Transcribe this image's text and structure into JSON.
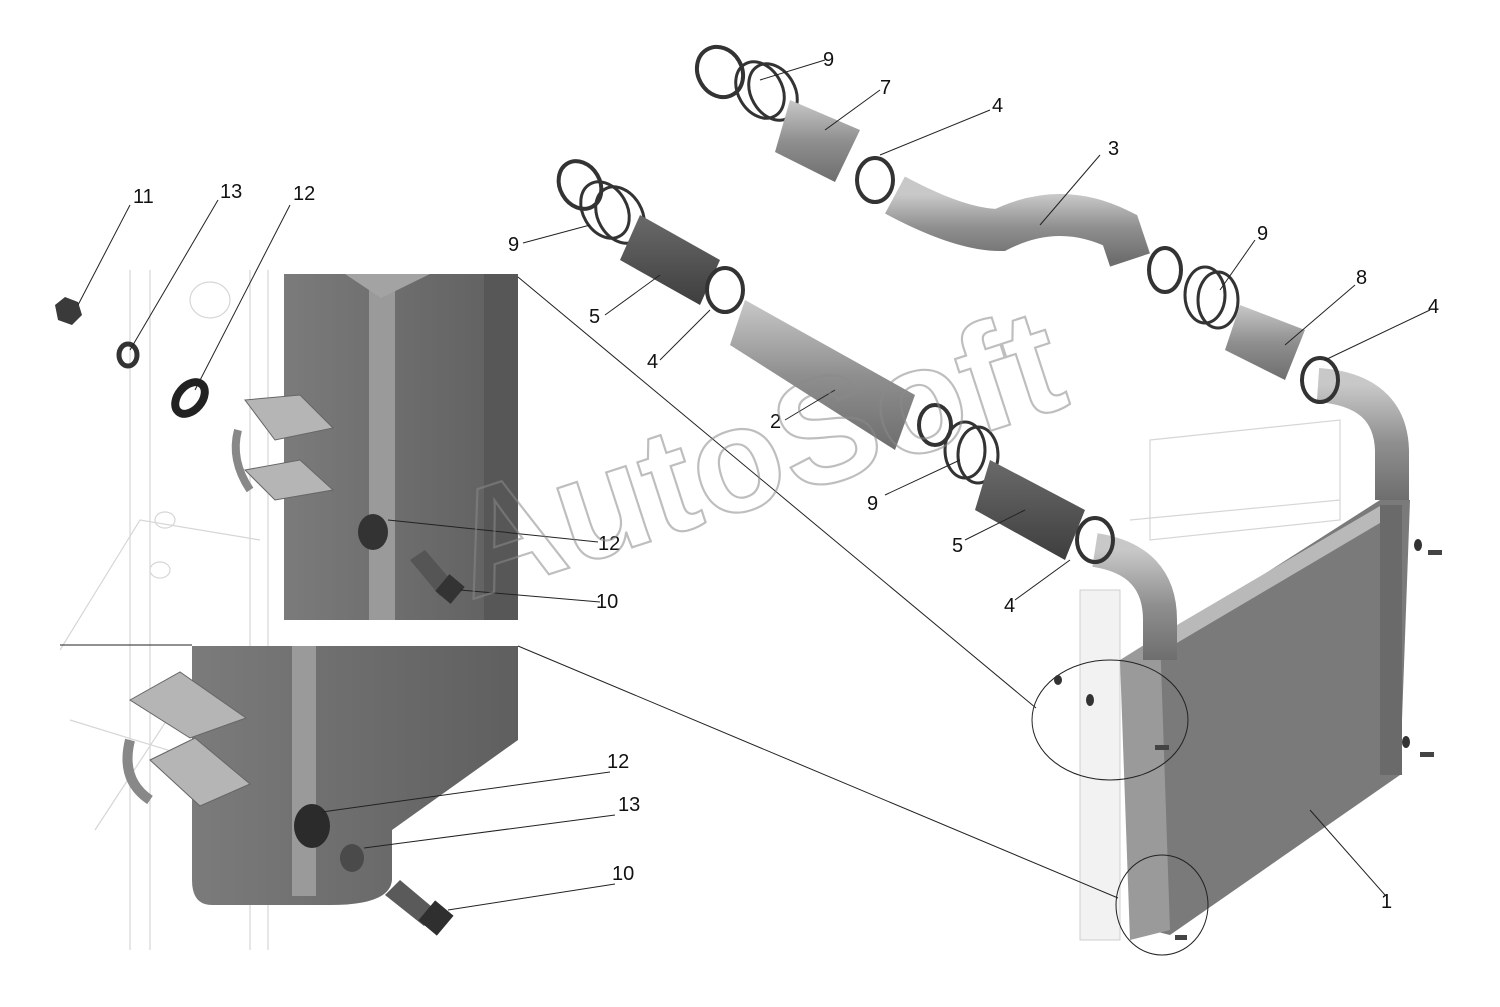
{
  "watermark": "AutoSoft",
  "colors": {
    "part_dark": "#6a6a6a",
    "part_mid": "#8e8e8e",
    "part_light": "#b8b8b8",
    "leader": "#222222",
    "ghost": "#d6d6d6"
  },
  "callouts": {
    "c1": "1",
    "c2": "2",
    "c3": "3",
    "c4a": "4",
    "c4b": "4",
    "c4c": "4",
    "c4d": "4",
    "c5a": "5",
    "c5b": "5",
    "c7": "7",
    "c8": "8",
    "c9a": "9",
    "c9b": "9",
    "c9c": "9",
    "c9d": "9",
    "c10a": "10",
    "c10b": "10",
    "c11": "11",
    "c12a": "12",
    "c12b": "12",
    "c12c": "12",
    "c13a": "13",
    "c13b": "13"
  }
}
